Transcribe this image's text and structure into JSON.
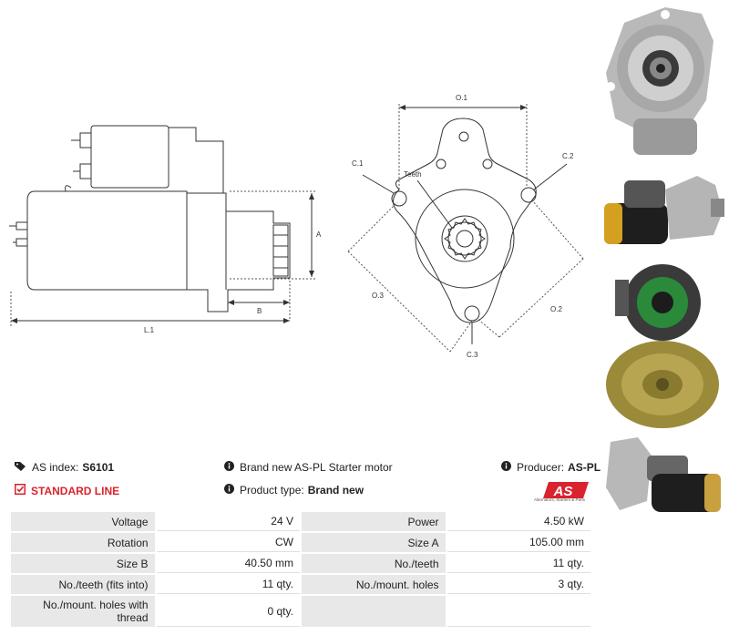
{
  "drawing": {
    "labels": {
      "a": "A",
      "b": "B",
      "l1": "L.1",
      "o1": "O.1",
      "o2": "O.2",
      "o3": "O.3",
      "c1": "C.1",
      "c2": "C.2",
      "c3": "C.3",
      "teeth": "Teeth"
    }
  },
  "info": {
    "as_index_label": "AS index:",
    "as_index_value": "S6101",
    "description": "Brand new AS-PL Starter motor",
    "producer_label": "Producer:",
    "producer_value": "AS-PL",
    "line": "STANDARD LINE",
    "product_type_label": "Product type:",
    "product_type_value": "Brand new"
  },
  "logo": {
    "text": "AS",
    "tagline": "Alternators, Starters & Parts"
  },
  "specs": [
    [
      "Voltage",
      "24 V",
      "Power",
      "4.50 kW"
    ],
    [
      "Rotation",
      "CW",
      "Size A",
      "105.00 mm"
    ],
    [
      "Size B",
      "40.50 mm",
      "No./teeth",
      "11 qty."
    ],
    [
      "No./teeth (fits into)",
      "11 qty.",
      "No./mount. holes",
      "3 qty."
    ],
    [
      "No./mount. holes with thread",
      "0 qty.",
      "",
      ""
    ]
  ],
  "colors": {
    "accent_red": "#d9232d",
    "label_bg": "#e8e8e8",
    "line": "#333333"
  }
}
